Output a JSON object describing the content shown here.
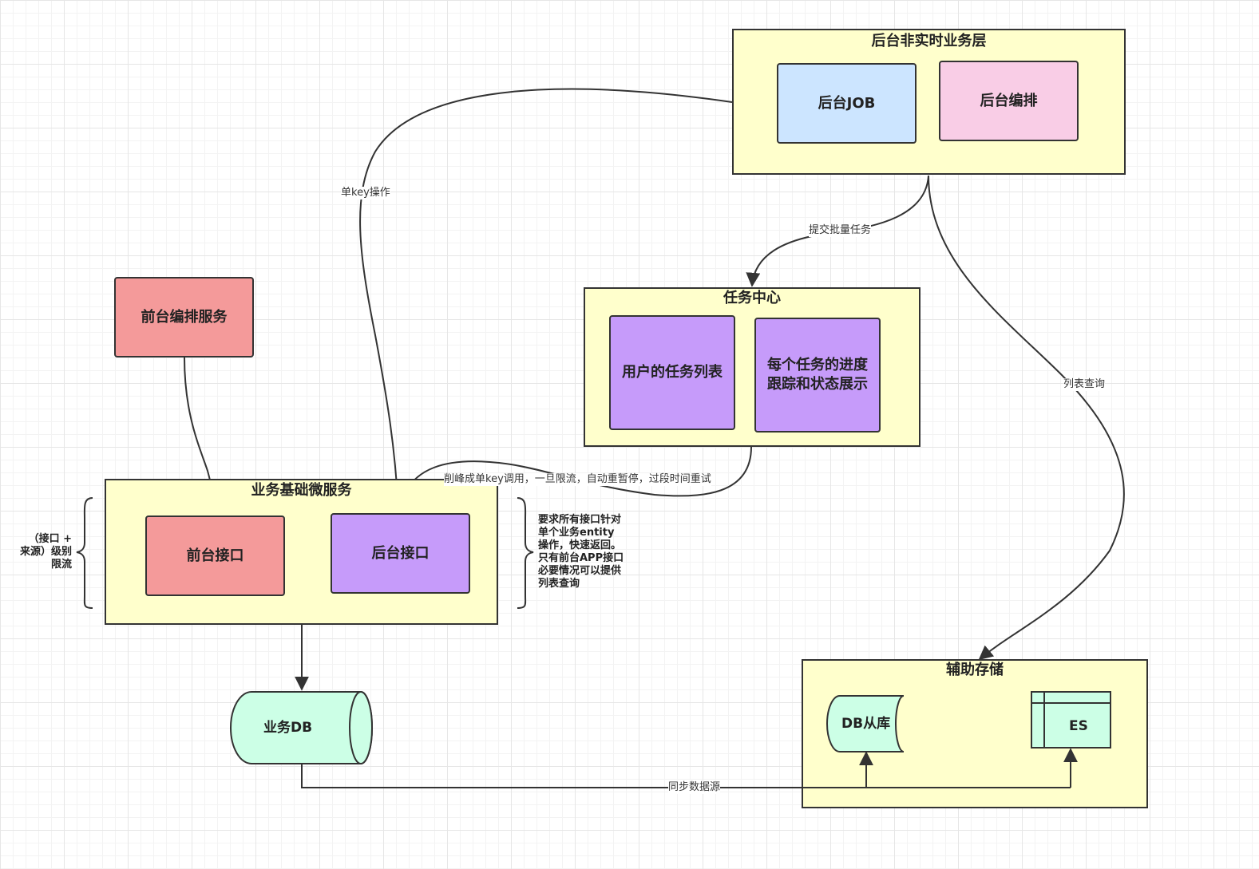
{
  "layers": {
    "backend_nonrealtime": {
      "title": "后台非实时业务层"
    },
    "task_center": {
      "title": "任务中心"
    },
    "biz_microservice": {
      "title": "业务基础微服务"
    },
    "aux_storage": {
      "title": "辅助存储"
    }
  },
  "boxes": {
    "backend_job": "后台JOB",
    "backend_orchestration": "后台编排",
    "user_task_list": "用户的任务列表",
    "task_progress_line1": "每个任务的进度",
    "task_progress_line2": "跟踪和状态展示",
    "frontend_orchestration_service": "前台编排服务",
    "frontend_api": "前台接口",
    "backend_api": "后台接口",
    "biz_db": "业务DB",
    "db_replica": "DB从库",
    "es": "ES"
  },
  "edge_labels": {
    "single_key_op": "单key操作",
    "submit_batch_task": "提交批量任务",
    "list_query": "列表查询",
    "peak_shaving": "削峰成单key调用，一旦限流，自动重暂停，过段时间重试",
    "sync_datasource": "同步数据源"
  },
  "notes": {
    "rate_limit": "（接口 + 来源）级别限流",
    "api_requirement": "要求所有接口针对单个业务entity操作，快速返回。只有前台APP接口必要情况可以提供列表查询"
  },
  "colors": {
    "layer_fill": "#ffffcc",
    "frontend_fill": "#f49a9a",
    "backend_fill": "#c69bfa",
    "job_fill": "#cce5ff",
    "orchestration_fill": "#f9cde6",
    "db_fill": "#ccffe6",
    "stroke": "#333333"
  }
}
